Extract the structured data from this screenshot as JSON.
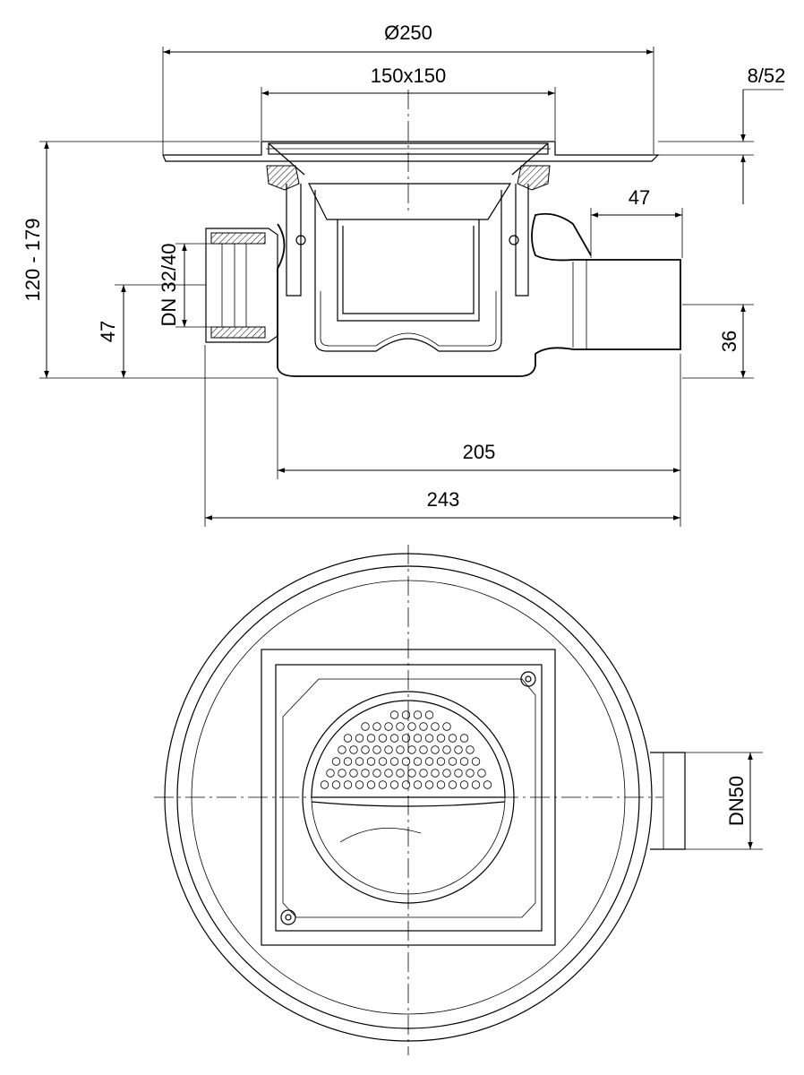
{
  "dimensions": {
    "diameter_top": "Ø250",
    "grate_size": "150x150",
    "adjust_range": "8/52",
    "outlet_length": "47",
    "height_range": "120 - 179",
    "side_inlet": "DN 32/40",
    "side_inlet_height": "47",
    "outlet_height": "36",
    "width_body": "205",
    "width_total": "243",
    "outlet_dn": "DN50"
  }
}
